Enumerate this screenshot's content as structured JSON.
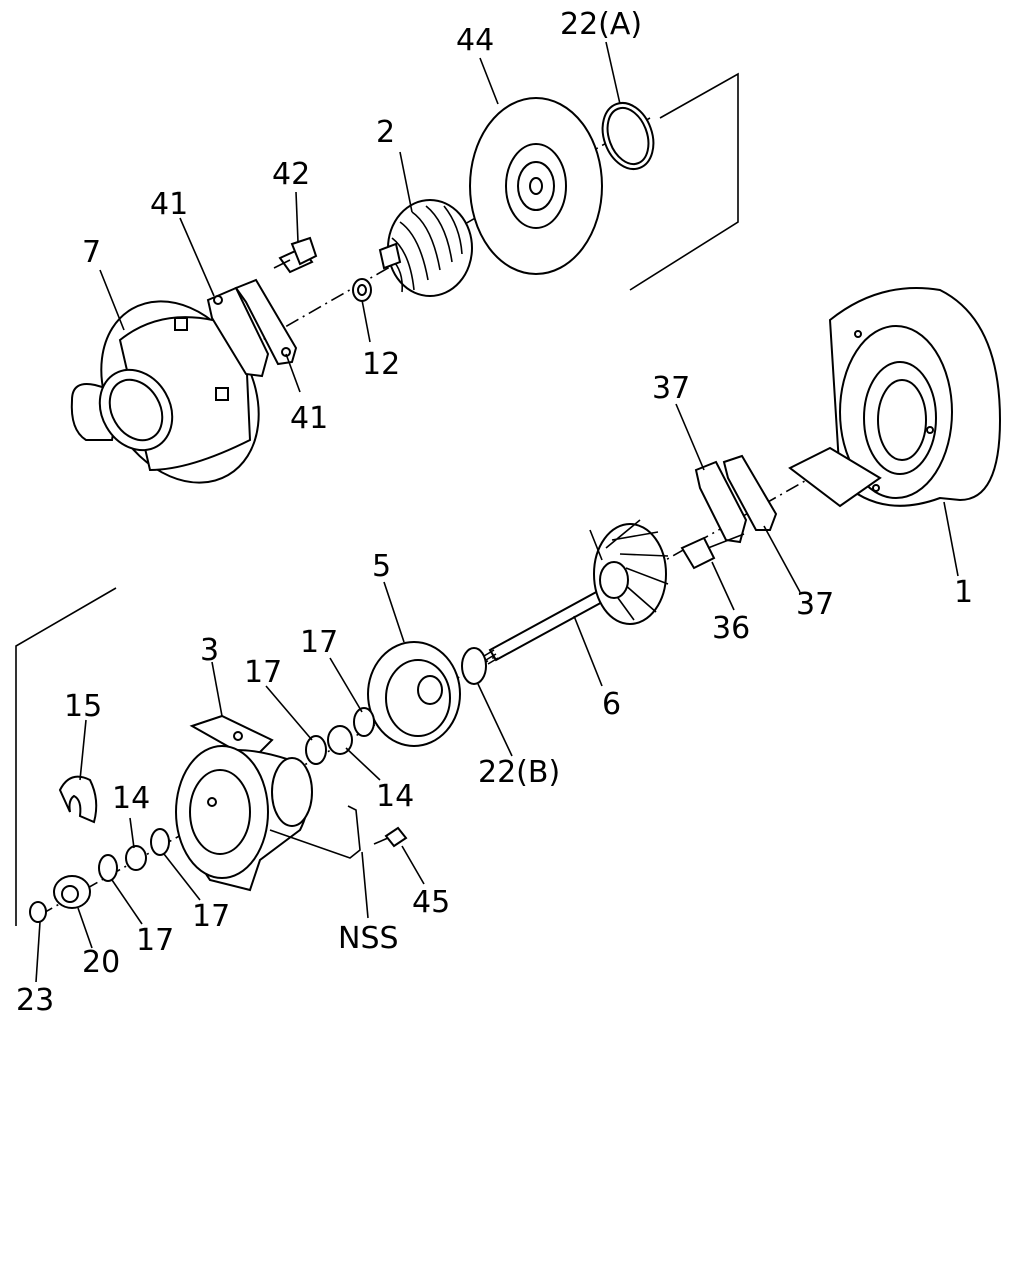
{
  "callouts": {
    "c1": "1",
    "c2": "2",
    "c3": "3",
    "c5": "5",
    "c6": "6",
    "c7": "7",
    "c12": "12",
    "c14a": "14",
    "c14b": "14",
    "c15": "15",
    "c17a": "17",
    "c17b": "17",
    "c17c": "17",
    "c17d": "17",
    "c20": "20",
    "c22a": "22(A)",
    "c22b": "22(B)",
    "c23": "23",
    "c36": "36",
    "c37a": "37",
    "c37b": "37",
    "c41a": "41",
    "c41b": "41",
    "c42": "42",
    "c44": "44",
    "c45": "45",
    "cnss": "NSS"
  }
}
